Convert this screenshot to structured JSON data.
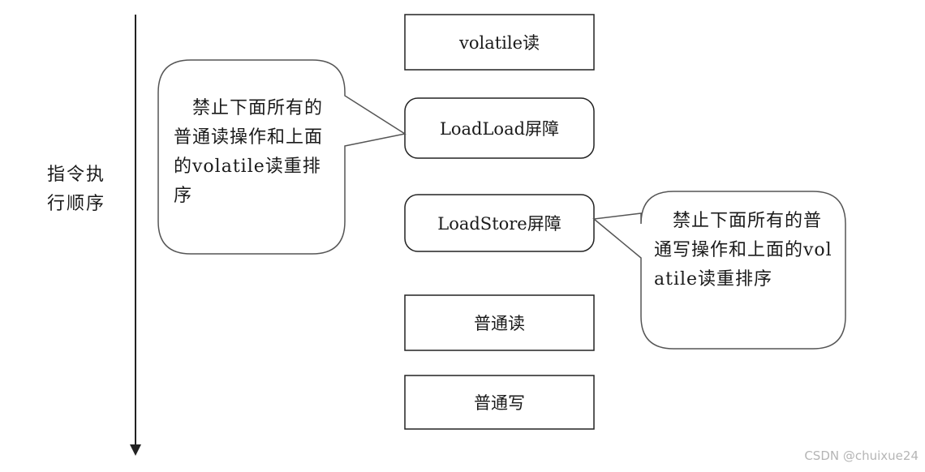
{
  "order_label": "指令执行顺序",
  "boxes": [
    {
      "label": "volatile读"
    },
    {
      "label": "LoadLoad屏障"
    },
    {
      "label": "LoadStore屏障"
    },
    {
      "label": "普通读"
    },
    {
      "label": "普通写"
    }
  ],
  "callouts": [
    {
      "text": "　禁止下面所有的普通读操作和上面的volatile读重排序"
    },
    {
      "text": "　禁止下面所有的普通写操作和上面的volatile读重排序"
    }
  ],
  "watermark": "CSDN @chuixue24",
  "colors": {
    "stroke": "#222222",
    "bubble_stroke": "#555555",
    "text": "#1a1a1a"
  }
}
